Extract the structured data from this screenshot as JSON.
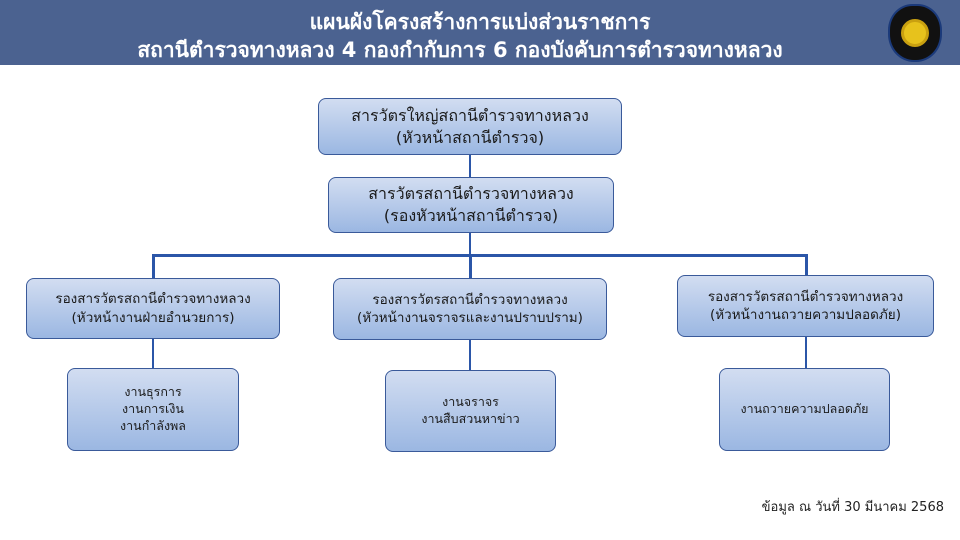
{
  "header": {
    "title_line1": "แผนผังโครงสร้างการแบ่งส่วนราชการ",
    "title_line2": "สถานีตำรวจทางหลวง 4 กองกำกับการ 6 กองบังคับการตำรวจทางหลวง"
  },
  "org": {
    "top": {
      "line1": "สารวัตรใหญ่สถานีตำรวจทางหลวง",
      "line2": "(หัวหน้าสถานีตำรวจ)"
    },
    "deputy": {
      "line1": "สารวัตรสถานีตำรวจทางหลวง",
      "line2": "(รองหัวหน้าสถานีตำรวจ)"
    },
    "branches": [
      {
        "line1": "รองสารวัตรสถานีตำรวจทางหลวง",
        "line2": "(หัวหน้างานฝ่ายอำนวยการ)",
        "units": [
          "งานธุรการ",
          "งานการเงิน",
          "งานกำลังพล"
        ]
      },
      {
        "line1": "รองสารวัตรสถานีตำรวจทางหลวง",
        "line2": "(หัวหน้างานจราจรและงานปราบปราม)",
        "units": [
          "งานจราจร",
          "งานสืบสวนหาข่าว"
        ]
      },
      {
        "line1": "รองสารวัตรสถานีตำรวจทางหลวง",
        "line2": "(หัวหน้างานถวายความปลอดภัย)",
        "units": [
          "งานถวายความปลอดภัย"
        ]
      }
    ]
  },
  "footer": {
    "note": "ข้อมูล ณ วันที่ 30 มีนาคม 2568"
  }
}
